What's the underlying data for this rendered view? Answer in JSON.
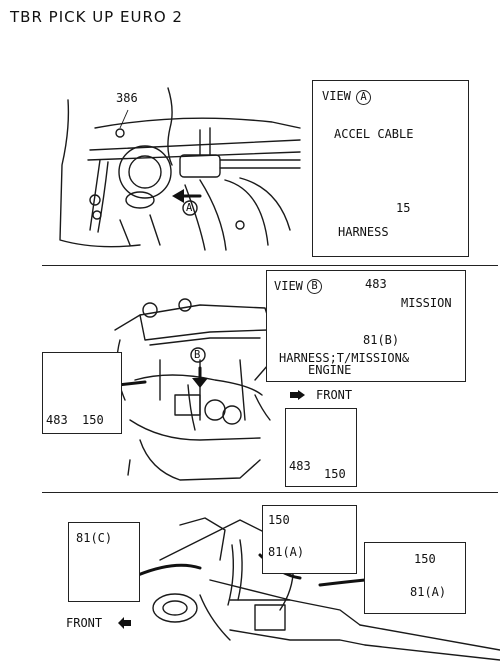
{
  "title": "TBR PICK UP EURO 2",
  "section1": {
    "callout_386": "386",
    "view_a": {
      "heading": "VIEW",
      "heading_symbol": "A",
      "accel_cable": "ACCEL CABLE",
      "part_15": "15",
      "harness": "HARNESS"
    },
    "marker_a": "A"
  },
  "section2": {
    "view_b": {
      "heading": "VIEW",
      "heading_symbol": "B",
      "part_483": "483",
      "mission": "MISSION",
      "part_81b": "81(B)",
      "harness_line1": "HARNESS;T/MISSION&",
      "harness_line2": "ENGINE"
    },
    "marker_b": "B",
    "left_clip": {
      "part_483": "483",
      "part_150": "150"
    },
    "front": "FRONT",
    "right_clip": {
      "part_483": "483",
      "part_150": "150"
    }
  },
  "section3": {
    "clip_81c": "81(C)",
    "box_150_81a": {
      "part_150": "150",
      "part_81a": "81(A)"
    },
    "right_group": {
      "part_150": "150",
      "part_81a": "81(A)"
    },
    "front": "FRONT"
  }
}
